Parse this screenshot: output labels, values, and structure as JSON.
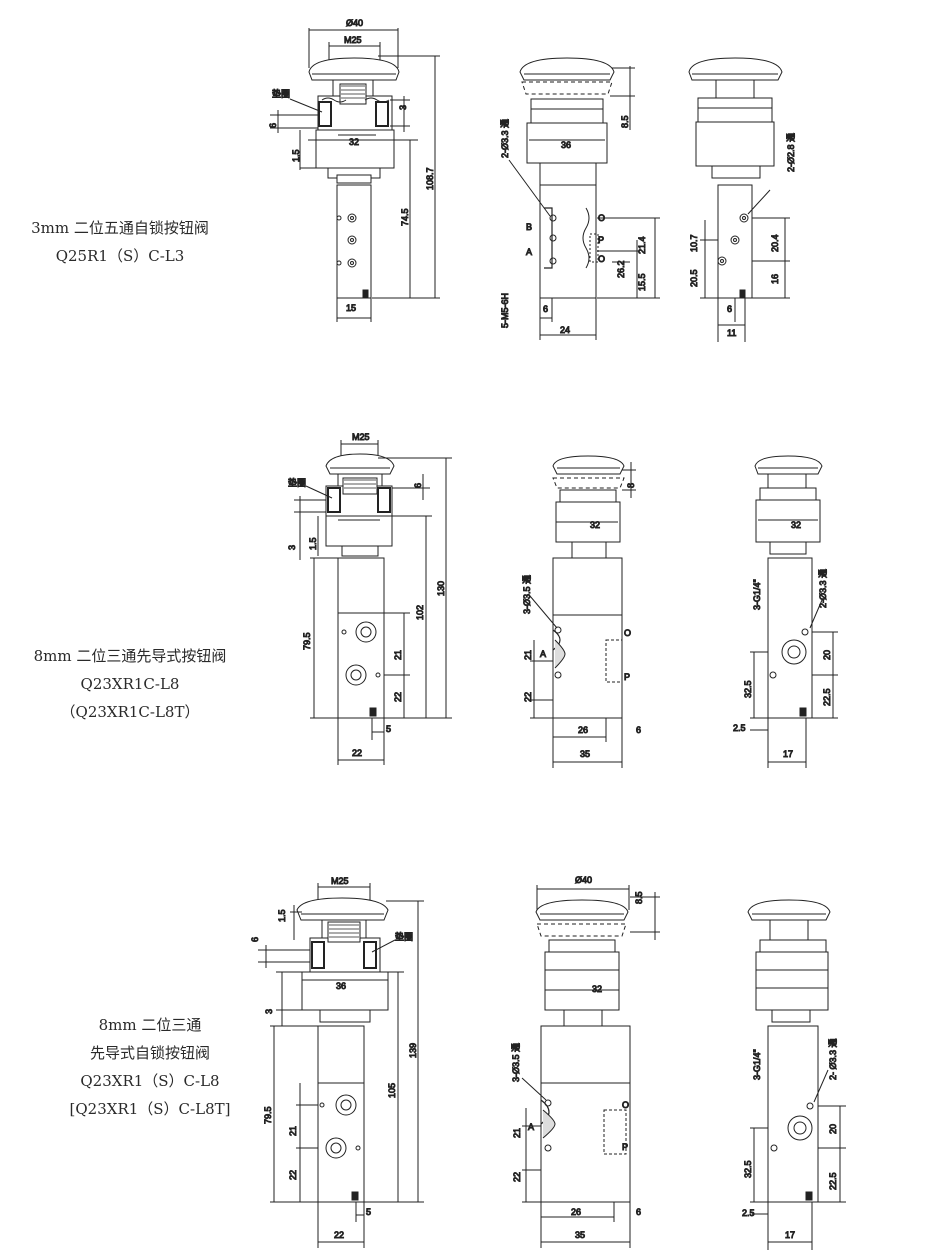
{
  "captions": {
    "c1": [
      "3mm 二位五通自锁按钮阀",
      "Q25R1（S）C-L3"
    ],
    "c2": [
      "8mm 二位三通先导式按钮阀",
      "Q23XR1C-L8",
      "（Q23XR1C-L8T）"
    ],
    "c3": [
      "8mm 二位三通",
      "先导式自锁按钮阀",
      "Q23XR1（S）C-L8",
      "[Q23XR1（S）C-L8T]"
    ]
  },
  "dims": {
    "d40": "Ø40",
    "m25": "M25",
    "gasket": "垫圈",
    "v6": "6",
    "v3": "3",
    "v1_5": "1.5",
    "v32": "32",
    "v36": "36",
    "v108_7": "108.7",
    "v74_5": "74.5",
    "v15": "15",
    "v8_5": "8.5",
    "hole_2_3_3": "2-Ø3.3 通",
    "hole_2_2_8": "2-Ø2.8 通",
    "pA": "A",
    "pB": "B",
    "pO": "O",
    "pP": "P",
    "v21_4": "21.4",
    "v26_2": "26.2",
    "v15_5": "15.5",
    "m5": "5-M5-6H",
    "v24": "24",
    "v10_7": "10.7",
    "v20_5": "20.5",
    "v20_4": "20.4",
    "v16": "16",
    "v11": "11",
    "v130": "130",
    "v102": "102",
    "v79_5": "79.5",
    "v21": "21",
    "v22": "22",
    "v5": "5",
    "v8": "8",
    "hole_3_3_5": "3-Ø3.5 通",
    "v26": "26",
    "v35": "35",
    "g14": "3-G1/4\"",
    "hole_2_3_3b": "2-Ø3.3 通",
    "v20": "20",
    "v32_5": "32.5",
    "v22_5": "22.5",
    "v2_5": "2.5",
    "v17": "17",
    "v139": "139",
    "v105": "105",
    "hole_2_3_3c": "2- Ø3.3 通"
  }
}
